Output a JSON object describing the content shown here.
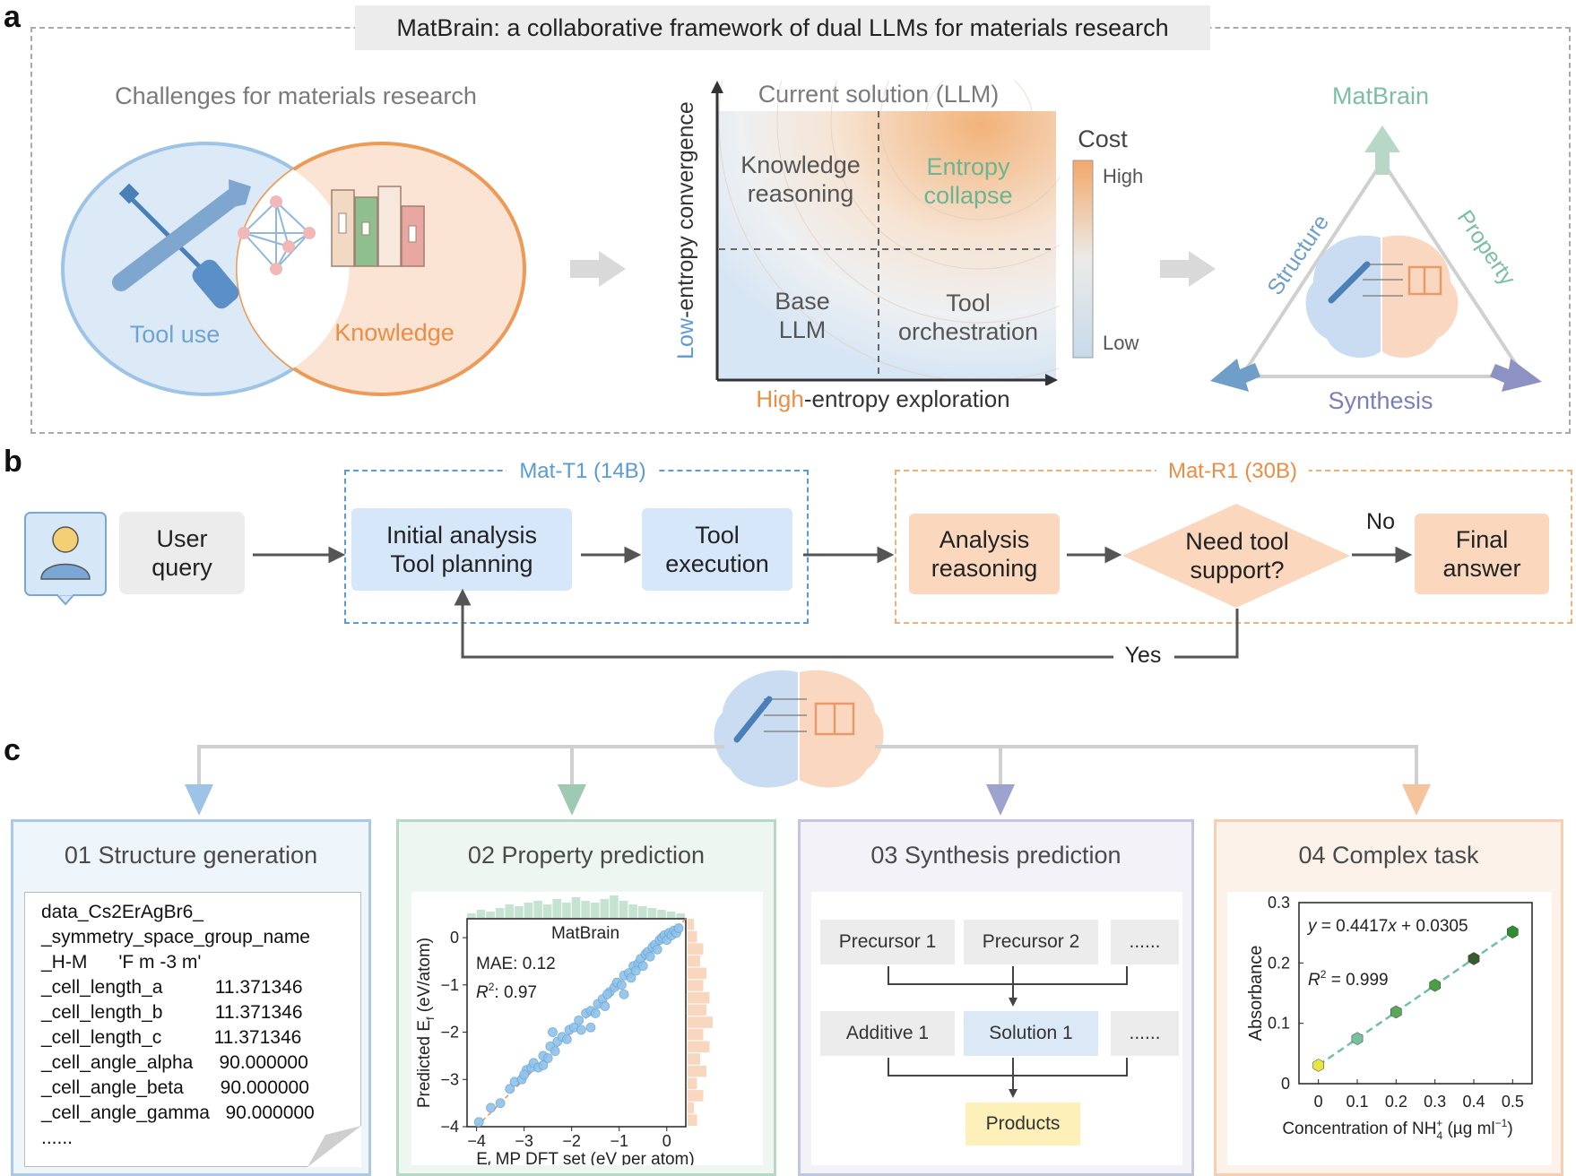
{
  "panel_labels": {
    "a": "a",
    "b": "b",
    "c": "c"
  },
  "panel_a": {
    "title": "MatBrain: a collaborative framework of dual LLMs for materials research",
    "challenges_title": "Challenges for materials research",
    "tool_use": "Tool use",
    "knowledge": "Knowledge",
    "solution_title": "Current solution (LLM)",
    "y_axis_low": "Low",
    "y_axis_rest": "-entropy convergence",
    "x_axis_high": "High",
    "x_axis_rest": "-entropy exploration",
    "quadrants": {
      "top_left": "Knowledge\nreasoning",
      "top_right": "Entropy\ncollapse",
      "bottom_left": "Base\nLLM",
      "bottom_right": "Tool\norchestration"
    },
    "cost_title": "Cost",
    "cost_high": "High",
    "cost_low": "Low",
    "matbrain": "MatBrain",
    "structure": "Structure",
    "property": "Property",
    "synthesis": "Synthesis",
    "colors": {
      "blue": "#9dc3e6",
      "orange": "#f0a060",
      "green": "#7bbfa0",
      "purple": "#7a7fb8"
    }
  },
  "panel_b": {
    "user_query": "User\nquery",
    "mat_t1": "Mat-T1 (14B)",
    "initial_analysis": "Initial analysis\nTool planning",
    "tool_execution": "Tool\nexecution",
    "mat_r1": "Mat-R1 (30B)",
    "analysis_reasoning": "Analysis\nreasoning",
    "need_tool": "Need tool\nsupport?",
    "no": "No",
    "final_answer": "Final\nanswer",
    "yes": "Yes"
  },
  "panel_c": {
    "tasks": [
      {
        "title": "01 Structure generation"
      },
      {
        "title": "02 Property prediction"
      },
      {
        "title": "03 Synthesis prediction"
      },
      {
        "title": "04 Complex task"
      }
    ],
    "cif_lines": [
      "data_Cs2ErAgBr6_",
      "_symmetry_space_group_name",
      "_H-M      'F m -3 m'",
      "_cell_length_a          11.371346",
      "_cell_length_b          11.371346",
      "_cell_length_c          11.371346",
      "_cell_angle_alpha     90.000000",
      "_cell_angle_beta       90.000000",
      "_cell_angle_gamma   90.000000",
      "......"
    ],
    "synthesis": {
      "precursor1": "Precursor 1",
      "precursor2": "Precursor 2",
      "dots": "......",
      "additive1": "Additive 1",
      "solution1": "Solution 1",
      "products": "Products"
    }
  },
  "chart_data": [
    {
      "type": "scatter",
      "title": "MatBrain",
      "xlabel": "E_f MP DFT set (eV per atom)",
      "ylabel": "Predicted E_f (eV/atom)",
      "xlim": [
        -4.2,
        0.4
      ],
      "ylim": [
        -4.0,
        0.4
      ],
      "xticks": [
        -4,
        -3,
        -2,
        -1,
        0
      ],
      "yticks": [
        0,
        -1,
        -2,
        -3,
        -4
      ],
      "annotations": [
        "MAE: 0.12",
        "R2: 0.97"
      ],
      "points": [
        [
          -3.95,
          -3.9
        ],
        [
          -3.7,
          -3.6
        ],
        [
          -3.5,
          -3.5
        ],
        [
          -3.3,
          -3.2
        ],
        [
          -3.2,
          -3.05
        ],
        [
          -3.05,
          -3.0
        ],
        [
          -2.95,
          -2.8
        ],
        [
          -2.85,
          -2.75
        ],
        [
          -2.8,
          -2.65
        ],
        [
          -2.7,
          -2.75
        ],
        [
          -2.6,
          -2.5
        ],
        [
          -2.5,
          -2.55
        ],
        [
          -2.45,
          -2.3
        ],
        [
          -2.35,
          -2.4
        ],
        [
          -2.3,
          -2.2
        ],
        [
          -2.2,
          -2.1
        ],
        [
          -2.1,
          -2.15
        ],
        [
          -2.05,
          -1.95
        ],
        [
          -1.95,
          -1.9
        ],
        [
          -1.85,
          -1.75
        ],
        [
          -1.8,
          -1.95
        ],
        [
          -1.7,
          -1.6
        ],
        [
          -1.6,
          -1.55
        ],
        [
          -1.5,
          -1.6
        ],
        [
          -1.45,
          -1.4
        ],
        [
          -1.35,
          -1.3
        ],
        [
          -1.3,
          -1.45
        ],
        [
          -1.2,
          -1.15
        ],
        [
          -1.1,
          -1.05
        ],
        [
          -1.05,
          -0.95
        ],
        [
          -0.95,
          -1.0
        ],
        [
          -0.9,
          -0.8
        ],
        [
          -0.8,
          -0.75
        ],
        [
          -0.75,
          -0.85
        ],
        [
          -0.7,
          -0.6
        ],
        [
          -0.6,
          -0.55
        ],
        [
          -0.55,
          -0.45
        ],
        [
          -0.5,
          -0.6
        ],
        [
          -0.45,
          -0.35
        ],
        [
          -0.4,
          -0.3
        ],
        [
          -0.35,
          -0.4
        ],
        [
          -0.3,
          -0.2
        ],
        [
          -0.25,
          -0.15
        ],
        [
          -0.2,
          -0.25
        ],
        [
          -0.15,
          -0.05
        ],
        [
          -0.1,
          0.0
        ],
        [
          -0.05,
          0.05
        ],
        [
          0.0,
          -0.05
        ],
        [
          0.05,
          0.1
        ],
        [
          0.1,
          0.05
        ],
        [
          0.15,
          0.15
        ],
        [
          0.2,
          0.1
        ],
        [
          0.25,
          0.2
        ],
        [
          -1.6,
          -1.9
        ],
        [
          -2.4,
          -2.0
        ],
        [
          -0.9,
          -1.2
        ],
        [
          -3.0,
          -2.9
        ],
        [
          -1.25,
          -1.2
        ],
        [
          -0.65,
          -0.7
        ],
        [
          -2.6,
          -2.7
        ]
      ],
      "marginal_x_hist": [
        3,
        5,
        4,
        6,
        8,
        7,
        9,
        10,
        8,
        11,
        9,
        12,
        10,
        9,
        11,
        13,
        10,
        8,
        7,
        6,
        5,
        4,
        3
      ],
      "marginal_y_hist": [
        2,
        3,
        5,
        4,
        6,
        5,
        7,
        6,
        8,
        5,
        7,
        4,
        6,
        3,
        5,
        2,
        3
      ]
    },
    {
      "type": "scatter",
      "xlabel": "Concentration of NH4+ (µg ml-1)",
      "ylabel": "Absorbance",
      "xlim": [
        -0.05,
        0.55
      ],
      "ylim": [
        0,
        0.3
      ],
      "xticks": [
        0,
        0.1,
        0.2,
        0.3,
        0.4,
        0.5
      ],
      "yticks": [
        0,
        0.1,
        0.2,
        0.3
      ],
      "xtick_labels": [
        "0",
        "0.1",
        "0.2",
        "0.3",
        "0.4",
        "0.5"
      ],
      "ytick_labels": [
        "0",
        "0.1",
        "0.2",
        "0.3"
      ],
      "equation": "y = 0.4417x + 0.0305",
      "r2": "R2 = 0.999",
      "fit": {
        "slope": 0.4417,
        "intercept": 0.0305
      },
      "points": [
        [
          0,
          0.0305
        ],
        [
          0.1,
          0.0747
        ],
        [
          0.2,
          0.1188
        ],
        [
          0.3,
          0.163
        ],
        [
          0.4,
          0.2072
        ],
        [
          0.5,
          0.2514
        ]
      ],
      "point_colors": [
        "#e6e640",
        "#7ac0a0",
        "#5aa858",
        "#4aa040",
        "#3a5a30",
        "#2e8e30"
      ]
    }
  ]
}
